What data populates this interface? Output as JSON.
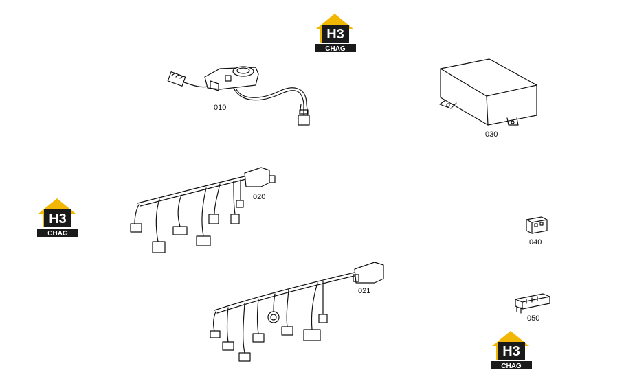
{
  "parts": [
    {
      "id": "010",
      "label": "010"
    },
    {
      "id": "020",
      "label": "020"
    },
    {
      "id": "021",
      "label": "021"
    },
    {
      "id": "030",
      "label": "030"
    },
    {
      "id": "040",
      "label": "040"
    },
    {
      "id": "050",
      "label": "050"
    }
  ],
  "watermark": {
    "text_top": "H3",
    "text_bottom": "CHAG",
    "colors": {
      "roof": "#f2b705",
      "box": "#1a1a1a",
      "text": "#ffffff"
    }
  }
}
